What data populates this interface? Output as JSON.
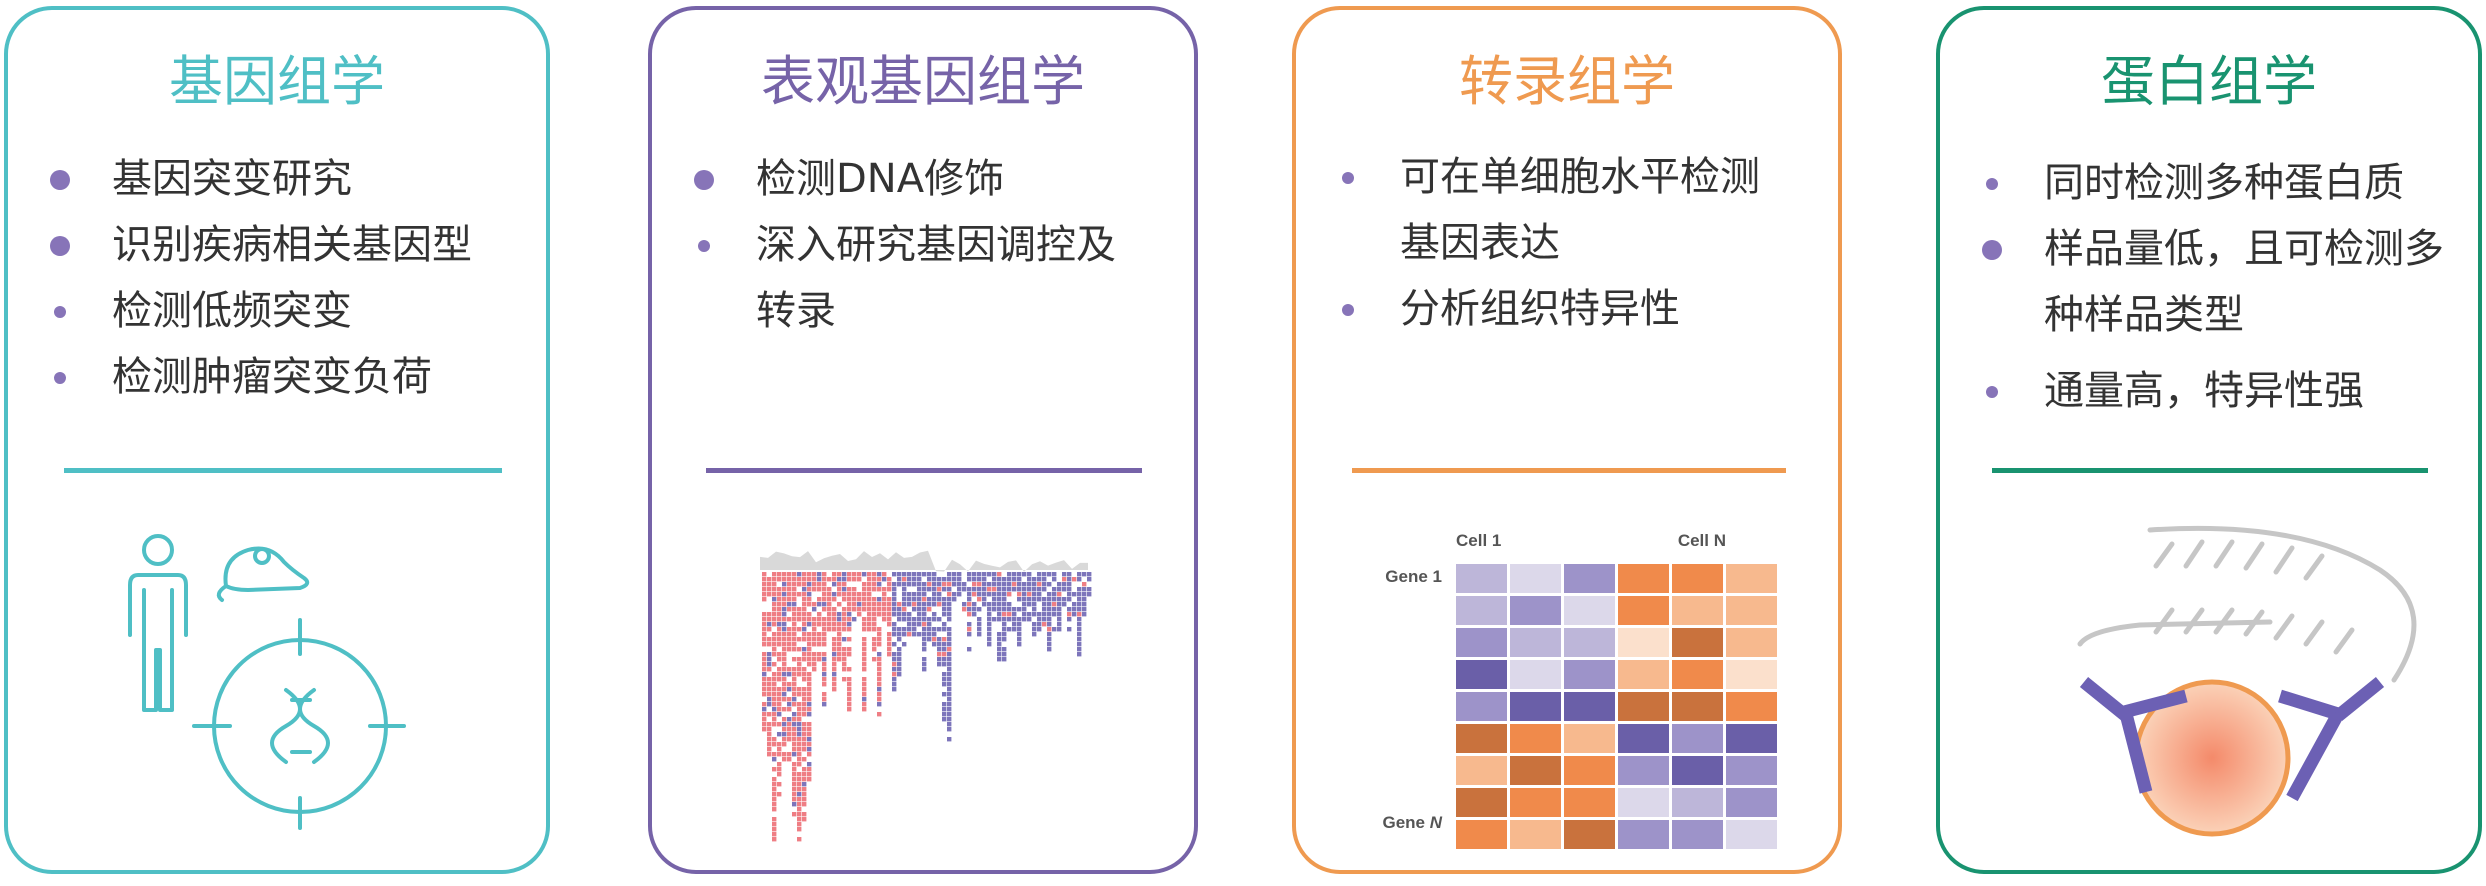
{
  "colors": {
    "genomics": "#4fbfc5",
    "epigenomics": "#7663a8",
    "transcriptomics": "#ef9a50",
    "proteomics": "#199370",
    "bullet": "#8774b8",
    "text": "#333333"
  },
  "cards": [
    {
      "title": "基因组学",
      "items": [
        "基因突变研究",
        "识别疾病相关基因型",
        "检测低频突变",
        "检测肿瘤突变负荷"
      ]
    },
    {
      "title": "表观基因组学",
      "items": [
        "检测DNA修饰",
        "深入研究基因调控及转录"
      ]
    },
    {
      "title": "转录组学",
      "items": [
        "可在单细胞水平检测基因表达",
        "分析组织特异性"
      ],
      "heatmap": {
        "cell_first": "Cell 1",
        "cell_last": "Cell N",
        "gene_first": "Gene 1",
        "gene_last_prefix": "Gene ",
        "gene_last_var": "N"
      }
    },
    {
      "title": "蛋白组学",
      "items": [
        "同时检测多种蛋白质",
        "样品量低，且可检测多种样品类型",
        "通量高，特异性强"
      ]
    }
  ]
}
